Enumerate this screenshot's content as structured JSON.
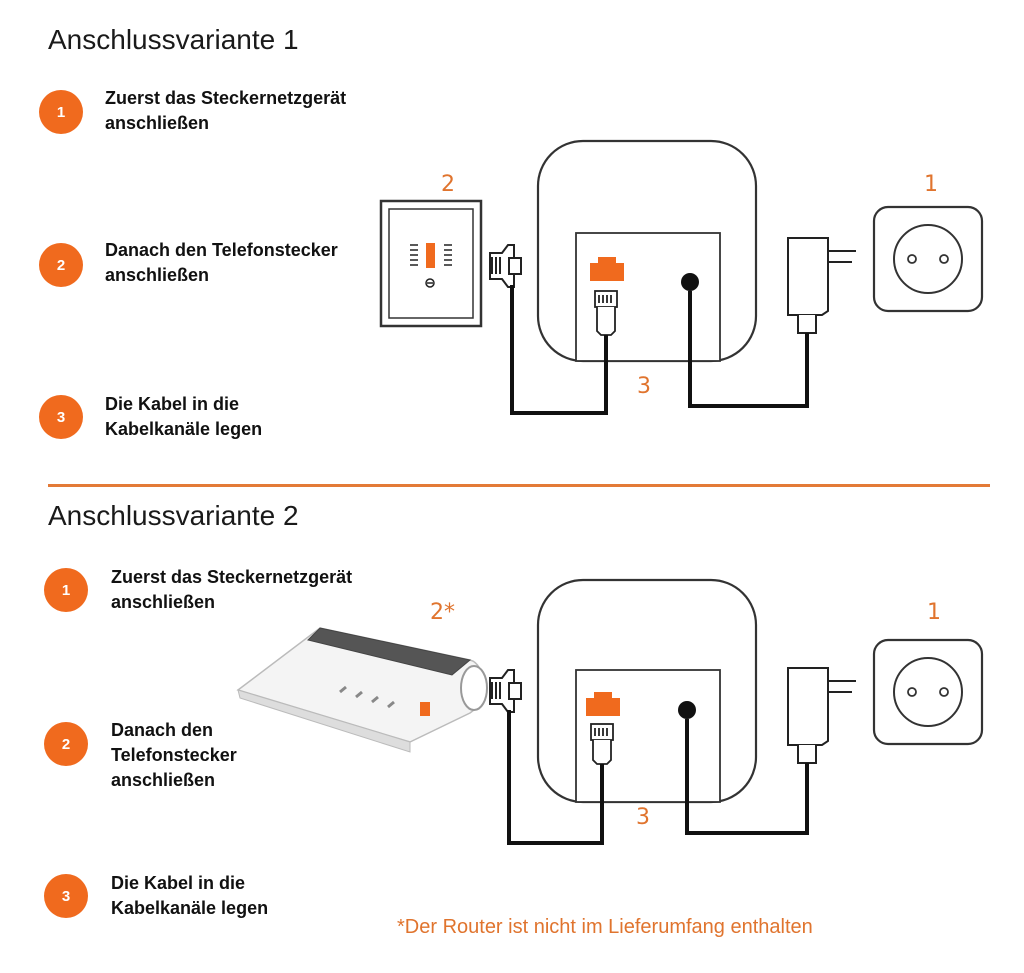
{
  "variant1": {
    "title": "Anschlussvariante 1",
    "steps": [
      {
        "number": "1",
        "text": "Zuerst das Steckernetzgerät anschließen"
      },
      {
        "number": "2",
        "text": "Danach den Telefonstecker anschließen"
      },
      {
        "number": "3",
        "text": "Die Kabel in die Kabelkanäle legen"
      }
    ],
    "labels": {
      "wall_socket": "2",
      "power_outlet": "1",
      "cables": "3"
    }
  },
  "variant2": {
    "title": "Anschlussvariante 2",
    "steps": [
      {
        "number": "1",
        "text": "Zuerst das Steckernetzgerät anschließen"
      },
      {
        "number": "2",
        "text": "Danach den Telefonstecker anschließen"
      },
      {
        "number": "3",
        "text": "Die Kabel in die Kabelkanäle legen"
      }
    ],
    "labels": {
      "router": "2*",
      "power_outlet": "1",
      "cables": "3"
    }
  },
  "footnote": "*Der Router ist nicht im Lieferumfang enthalten",
  "colors": {
    "accent": "#f06a1e",
    "text_accent": "#e0742e",
    "divider": "#e37a37"
  }
}
